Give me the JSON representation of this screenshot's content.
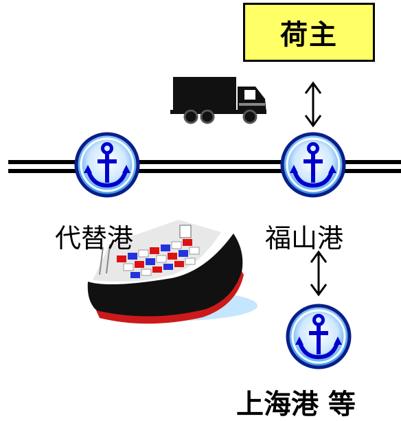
{
  "shipper": {
    "label": "荷主",
    "color": "#ffff66"
  },
  "ports": {
    "alternative": {
      "label": "代替港",
      "icon": "anchor-icon"
    },
    "fukuyama": {
      "label": "福山港",
      "icon": "anchor-icon"
    },
    "shanghai": {
      "label": "上海港 等",
      "icon": "anchor-icon"
    }
  },
  "icons": {
    "truck": "truck-icon",
    "ship": "container-ship-icon",
    "arrow": "double-arrow-icon"
  },
  "colors": {
    "port_fill": "#1a88e8",
    "port_ring": "#0a1e8a",
    "anchor": "#0000cc"
  }
}
